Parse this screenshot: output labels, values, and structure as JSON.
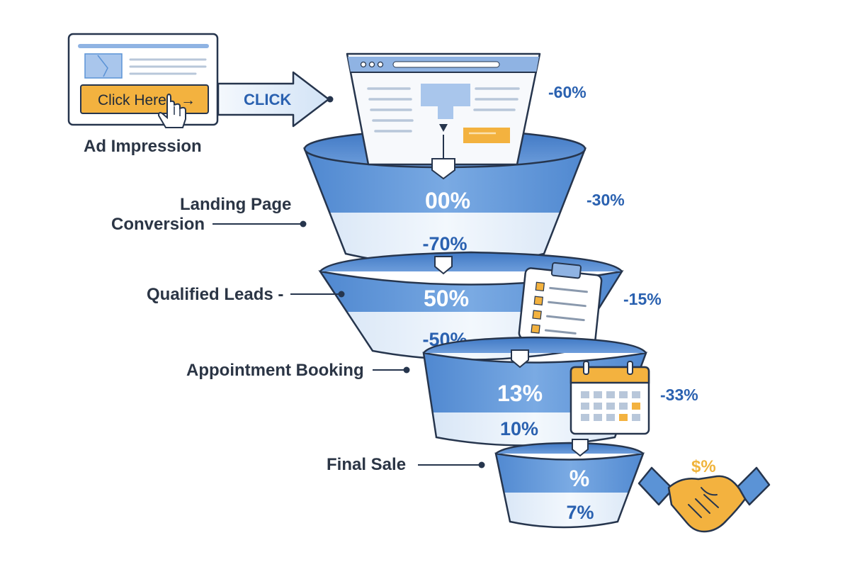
{
  "stages": [
    {
      "id": "ad-impression",
      "label_lines": [
        "Ad Impression"
      ]
    },
    {
      "id": "landing-page-conversion",
      "label_lines": [
        "Landing Page",
        "Conversion"
      ]
    },
    {
      "id": "qualified-leads",
      "label_lines": [
        "Qualified Leads -"
      ]
    },
    {
      "id": "appointment-booking",
      "label_lines": [
        "Appointment Booking"
      ]
    },
    {
      "id": "final-sale",
      "label_lines": [
        "Final Sale"
      ]
    }
  ],
  "ad": {
    "button_label": "Click Here",
    "arrow_glyph": "→"
  },
  "click_arrow_label": "CLICK",
  "funnel_levels": [
    {
      "top_value": "00%",
      "bottom_value": "-70%",
      "side_drop": "-30%"
    },
    {
      "top_value": "50%",
      "bottom_value": "-50%",
      "side_drop": "-15%"
    },
    {
      "top_value": "13%",
      "bottom_value": "10%",
      "side_drop": "-33%"
    },
    {
      "top_value": "%",
      "bottom_value": "7%",
      "side_drop": ""
    }
  ],
  "landing_drop": "-60%",
  "money_label": "$%",
  "icons": {
    "browser": "browser-window-icon",
    "clipboard": "clipboard-checklist-icon",
    "calendar": "calendar-icon",
    "handshake": "handshake-icon",
    "cursor": "hand-pointer-icon"
  },
  "colors": {
    "outline": "#26354d",
    "blue": "#5b93d6",
    "blue_light": "#dbe8f7",
    "blue_pale": "#eef4fb",
    "text_blue": "#2a61b0",
    "orange": "#f3b23f",
    "dark_text": "#2b3545"
  }
}
